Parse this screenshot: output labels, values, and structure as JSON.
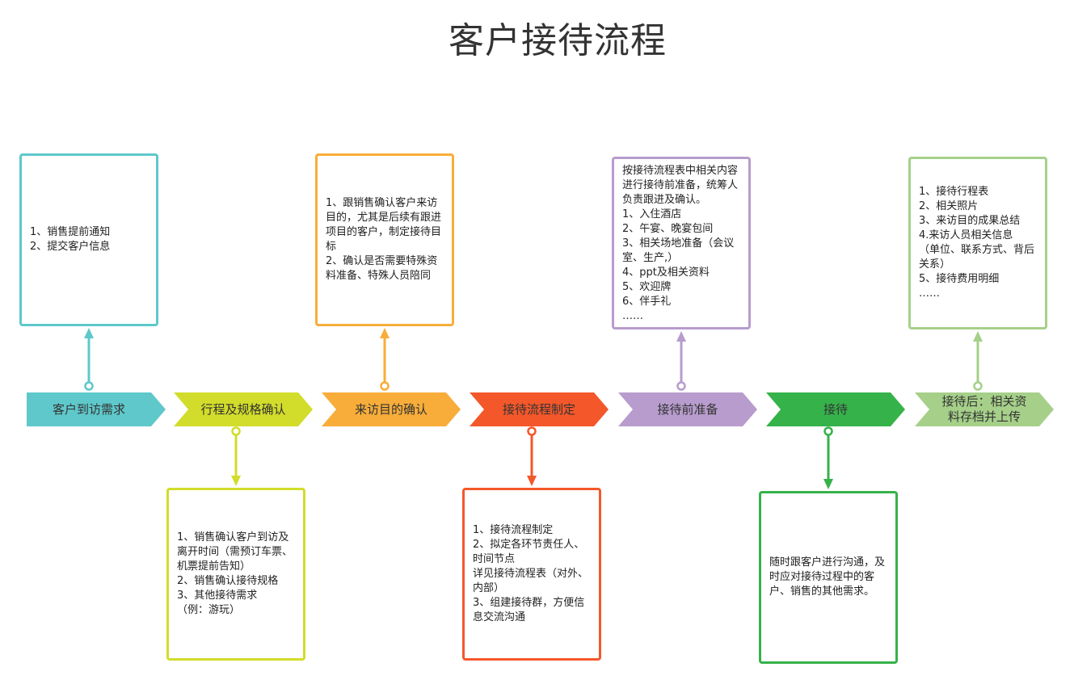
{
  "title": "客户接待流程",
  "steps": [
    {
      "label": [
        "客户到访需求"
      ],
      "color": "#5ec8cb",
      "text_color": "#333333",
      "note_position": "above",
      "note": [
        "1、销售提前通知",
        "2、提交客户信息"
      ]
    },
    {
      "label": [
        "行程及规格确认"
      ],
      "color": "#d2dc2a",
      "text_color": "#333333",
      "note_position": "below",
      "note": [
        "1、销售确认客户到访及离开时间（需预订车票、机票提前告知）",
        "2、销售确认接待规格",
        "3、其他接待需求",
        "（例：游玩）"
      ]
    },
    {
      "label": [
        "来访目的确认"
      ],
      "color": "#f8ad3a",
      "text_color": "#333333",
      "note_position": "above",
      "note": [
        "1、跟销售确认客户来访目的，尤其是后续有跟进项目的客户，制定接待目标",
        "2、确认是否需要特殊资料准备、特殊人员陪同"
      ]
    },
    {
      "label": [
        "接待流程制定"
      ],
      "color": "#f4572a",
      "text_color": "#333333",
      "note_position": "below",
      "note": [
        "1、接待流程制定",
        "2、拟定各环节责任人、时间节点",
        "详见接待流程表（对外、内部）",
        "3、组建接待群，方便信息交流沟通"
      ]
    },
    {
      "label": [
        "接待前准备"
      ],
      "color": "#b79ccd",
      "text_color": "#333333",
      "note_position": "above",
      "note": [
        "按接待流程表中相关内容进行接待前准备，统筹人负责跟进及确认。",
        "1、入住酒店",
        "2、午宴、晚宴包间",
        "3、相关场地准备（会议室、生产,）",
        "4、ppt及相关资料",
        "5、欢迎牌",
        "6、伴手礼",
        "……"
      ]
    },
    {
      "label": [
        "接待"
      ],
      "color": "#36b24a",
      "text_color": "#333333",
      "note_position": "below",
      "note": [
        "随时跟客户进行沟通，及时应对接待过程中的客户、销售的其他需求。"
      ]
    },
    {
      "label": [
        "接待后：相关资",
        "料存档并上传"
      ],
      "color": "#a6d08a",
      "text_color": "#333333",
      "note_position": "above",
      "note": [
        "1、接待行程表",
        "2、相关照片",
        "3、来访目的成果总结",
        "4.来访人员相关信息",
        "（单位、联系方式、背后关系）",
        "5、接待费用明细",
        "……"
      ]
    }
  ]
}
